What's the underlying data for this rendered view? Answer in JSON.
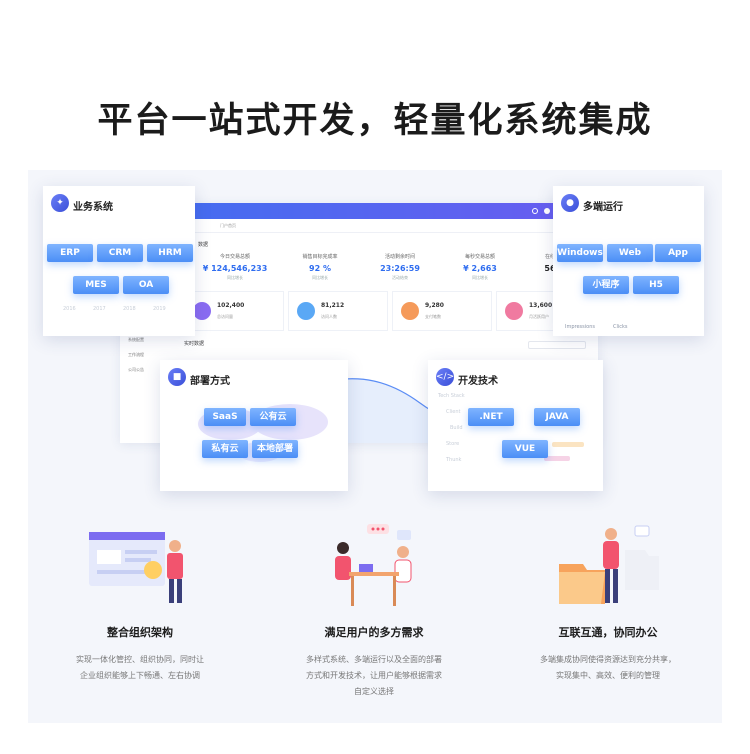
{
  "hero": {
    "title": "平台一站式开发，轻量化系统集成"
  },
  "dashboard": {
    "tabs": "门户首页",
    "subtitle": "数据",
    "stats": [
      {
        "label": "今日交易总额",
        "value": "¥ 124,546,233",
        "sub": "同比增长",
        "color": "#2f6df0"
      },
      {
        "label": "销售目标完成率",
        "value": "92 %",
        "sub": "同比增长",
        "color": "#2f6df0"
      },
      {
        "label": "活动剩余时间",
        "value": "23:26:59",
        "sub": "活动结束",
        "color": "#2f6df0"
      },
      {
        "label": "每秒交易总额",
        "value": "¥ 2,663",
        "sub": "同比增长",
        "color": "#2f6df0"
      },
      {
        "label": "在线",
        "value": "56",
        "sub": "",
        "color": "#333333"
      }
    ],
    "kpis": [
      {
        "value": "102,400",
        "label": "总访问量",
        "color": "#8a6cf2"
      },
      {
        "value": "81,212",
        "label": "访问人数",
        "color": "#5aa8f5"
      },
      {
        "value": "9,280",
        "label": "支付笔数",
        "color": "#f59a5a"
      },
      {
        "value": "13,600",
        "label": "月活跃用户",
        "color": "#f07aa0"
      }
    ],
    "menu": [
      "系统配置",
      "工作流程",
      "公司公告"
    ],
    "realtime": "实时数据"
  },
  "cards": {
    "business": {
      "title": "业务系统",
      "tags": [
        "ERP",
        "CRM",
        "HRM",
        "MES",
        "OA"
      ],
      "axis": [
        "2016",
        "2017",
        "2018",
        "2019"
      ]
    },
    "multi": {
      "title": "多端运行",
      "tags": [
        "Windows",
        "Web",
        "App",
        "小程序",
        "H5"
      ],
      "legend": [
        "Impressions",
        "Clicks"
      ]
    },
    "deploy": {
      "title": "部署方式",
      "tags": [
        "SaaS",
        "公有云",
        "私有云",
        "本地部署"
      ]
    },
    "tech": {
      "title": "开发技术",
      "tags": [
        ".NET",
        "JAVA",
        "VUE"
      ],
      "rows": [
        "Tech Stack",
        "Client",
        "Build",
        "Store",
        "Thunk"
      ]
    }
  },
  "features": [
    {
      "title": "整合组织架构",
      "desc1": "实现一体化管控、组织协同，同时让",
      "desc2": "企业组织能够上下畅通、左右协调",
      "desc3": ""
    },
    {
      "title": "满足用户的多方需求",
      "desc1": "多样式系统、多端运行以及全面的部署",
      "desc2": "方式和开发技术，让用户能够根据需求",
      "desc3": "自定义选择"
    },
    {
      "title": "互联互通，协同办公",
      "desc1": "多端集成协同使得资源达到充分共享，",
      "desc2": "实现集中、高效、便利的管理",
      "desc3": ""
    }
  ]
}
